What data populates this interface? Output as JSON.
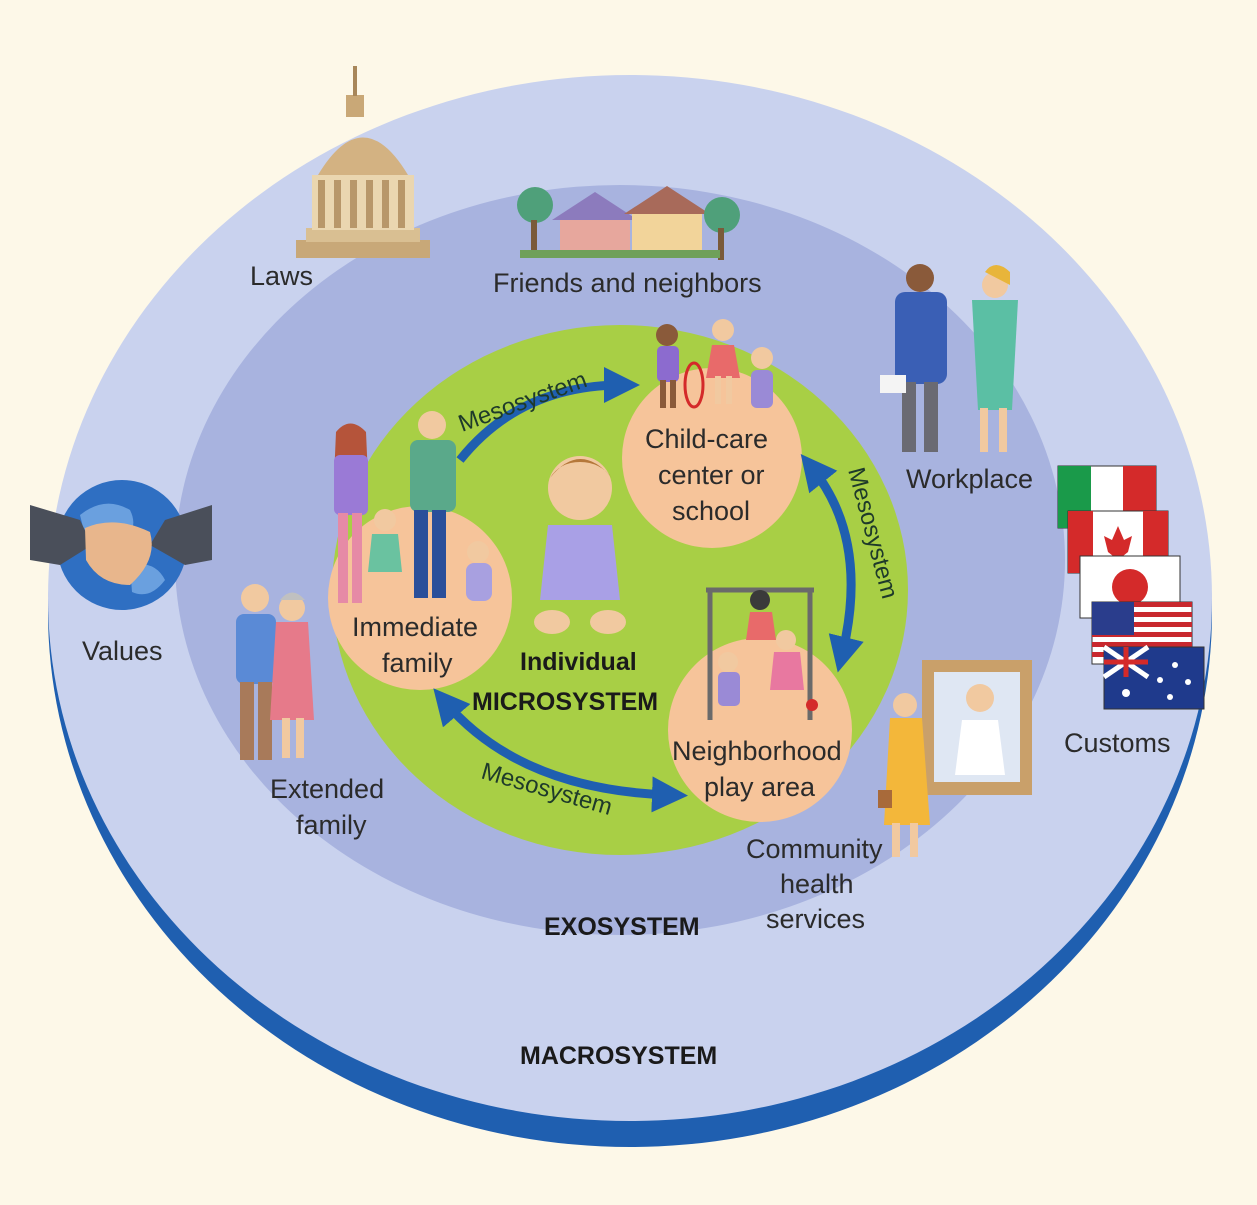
{
  "labels": {
    "laws": "Laws",
    "friends_neighbors": "Friends and neighbors",
    "workplace": "Workplace",
    "values": "Values",
    "customs": "Customs",
    "extended_family_1": "Extended",
    "extended_family_2": "family",
    "community_1": "Community",
    "community_2": "health",
    "community_3": "services",
    "exosystem": "EXOSYSTEM",
    "macrosystem": "MACROSYSTEM",
    "microsystem": "MICROSYSTEM",
    "individual": "Individual",
    "childcare_1": "Child-care",
    "childcare_2": "center or",
    "childcare_3": "school",
    "immediate_1": "Immediate",
    "immediate_2": "family",
    "neighborhood_1": "Neighborhood",
    "neighborhood_2": "play area",
    "mesosystem_top": "Mesosystem",
    "mesosystem_right": "Mesosystem",
    "mesosystem_bottom": "Mesosystem"
  },
  "colors": {
    "macro_ring": "#c9d2ee",
    "macro_edge": "#1f5fb0",
    "exo_ring": "#a8b3df",
    "micro_disc": "#a8cf45",
    "setting_disc": "#f6c49a",
    "arrow": "#1f5fb0"
  }
}
